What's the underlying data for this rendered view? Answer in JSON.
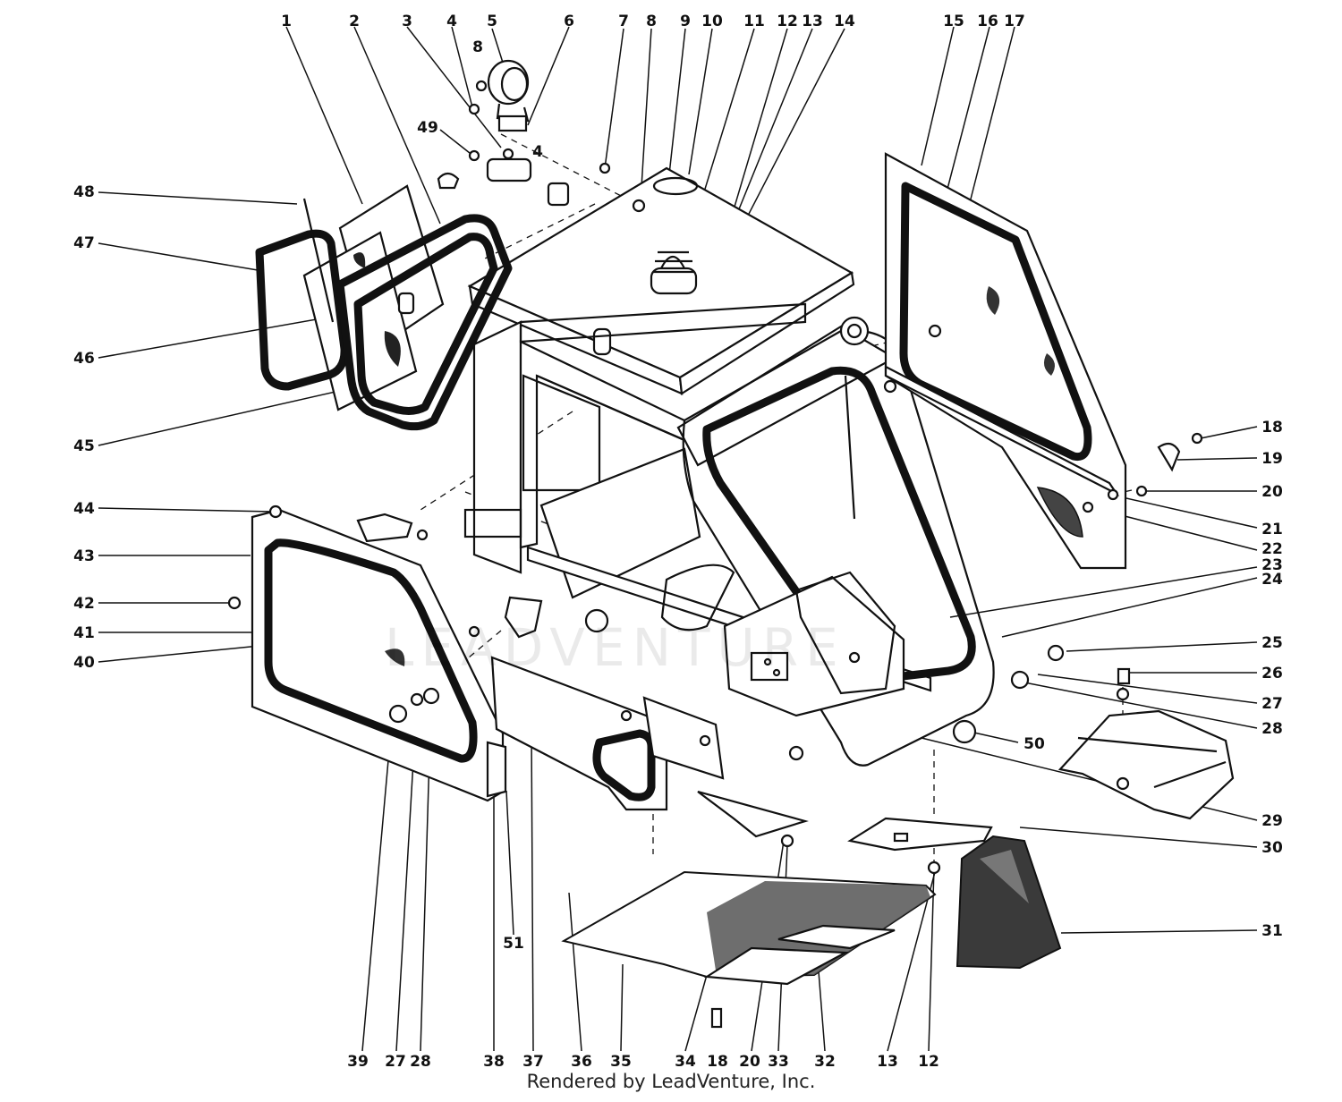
{
  "footer": "Rendered by LeadVenture, Inc.",
  "watermark": "LEADVENTURE",
  "callouts": {
    "top": [
      "1",
      "2",
      "3",
      "4",
      "5",
      "6",
      "7",
      "8",
      "9",
      "10",
      "11",
      "12",
      "13",
      "14",
      "15",
      "16",
      "17"
    ],
    "top_small": [
      "8",
      "49",
      "4"
    ],
    "left": [
      "48",
      "47",
      "46",
      "45",
      "44",
      "43",
      "42",
      "41",
      "40"
    ],
    "right": [
      "18",
      "19",
      "20",
      "21",
      "22",
      "23",
      "24",
      "25",
      "26",
      "27",
      "28",
      "50",
      "29",
      "30",
      "31"
    ],
    "bottom": [
      "39",
      "27",
      "28",
      "38",
      "51",
      "37",
      "36",
      "35",
      "34",
      "18",
      "20",
      "33",
      "32",
      "13",
      "12"
    ]
  }
}
